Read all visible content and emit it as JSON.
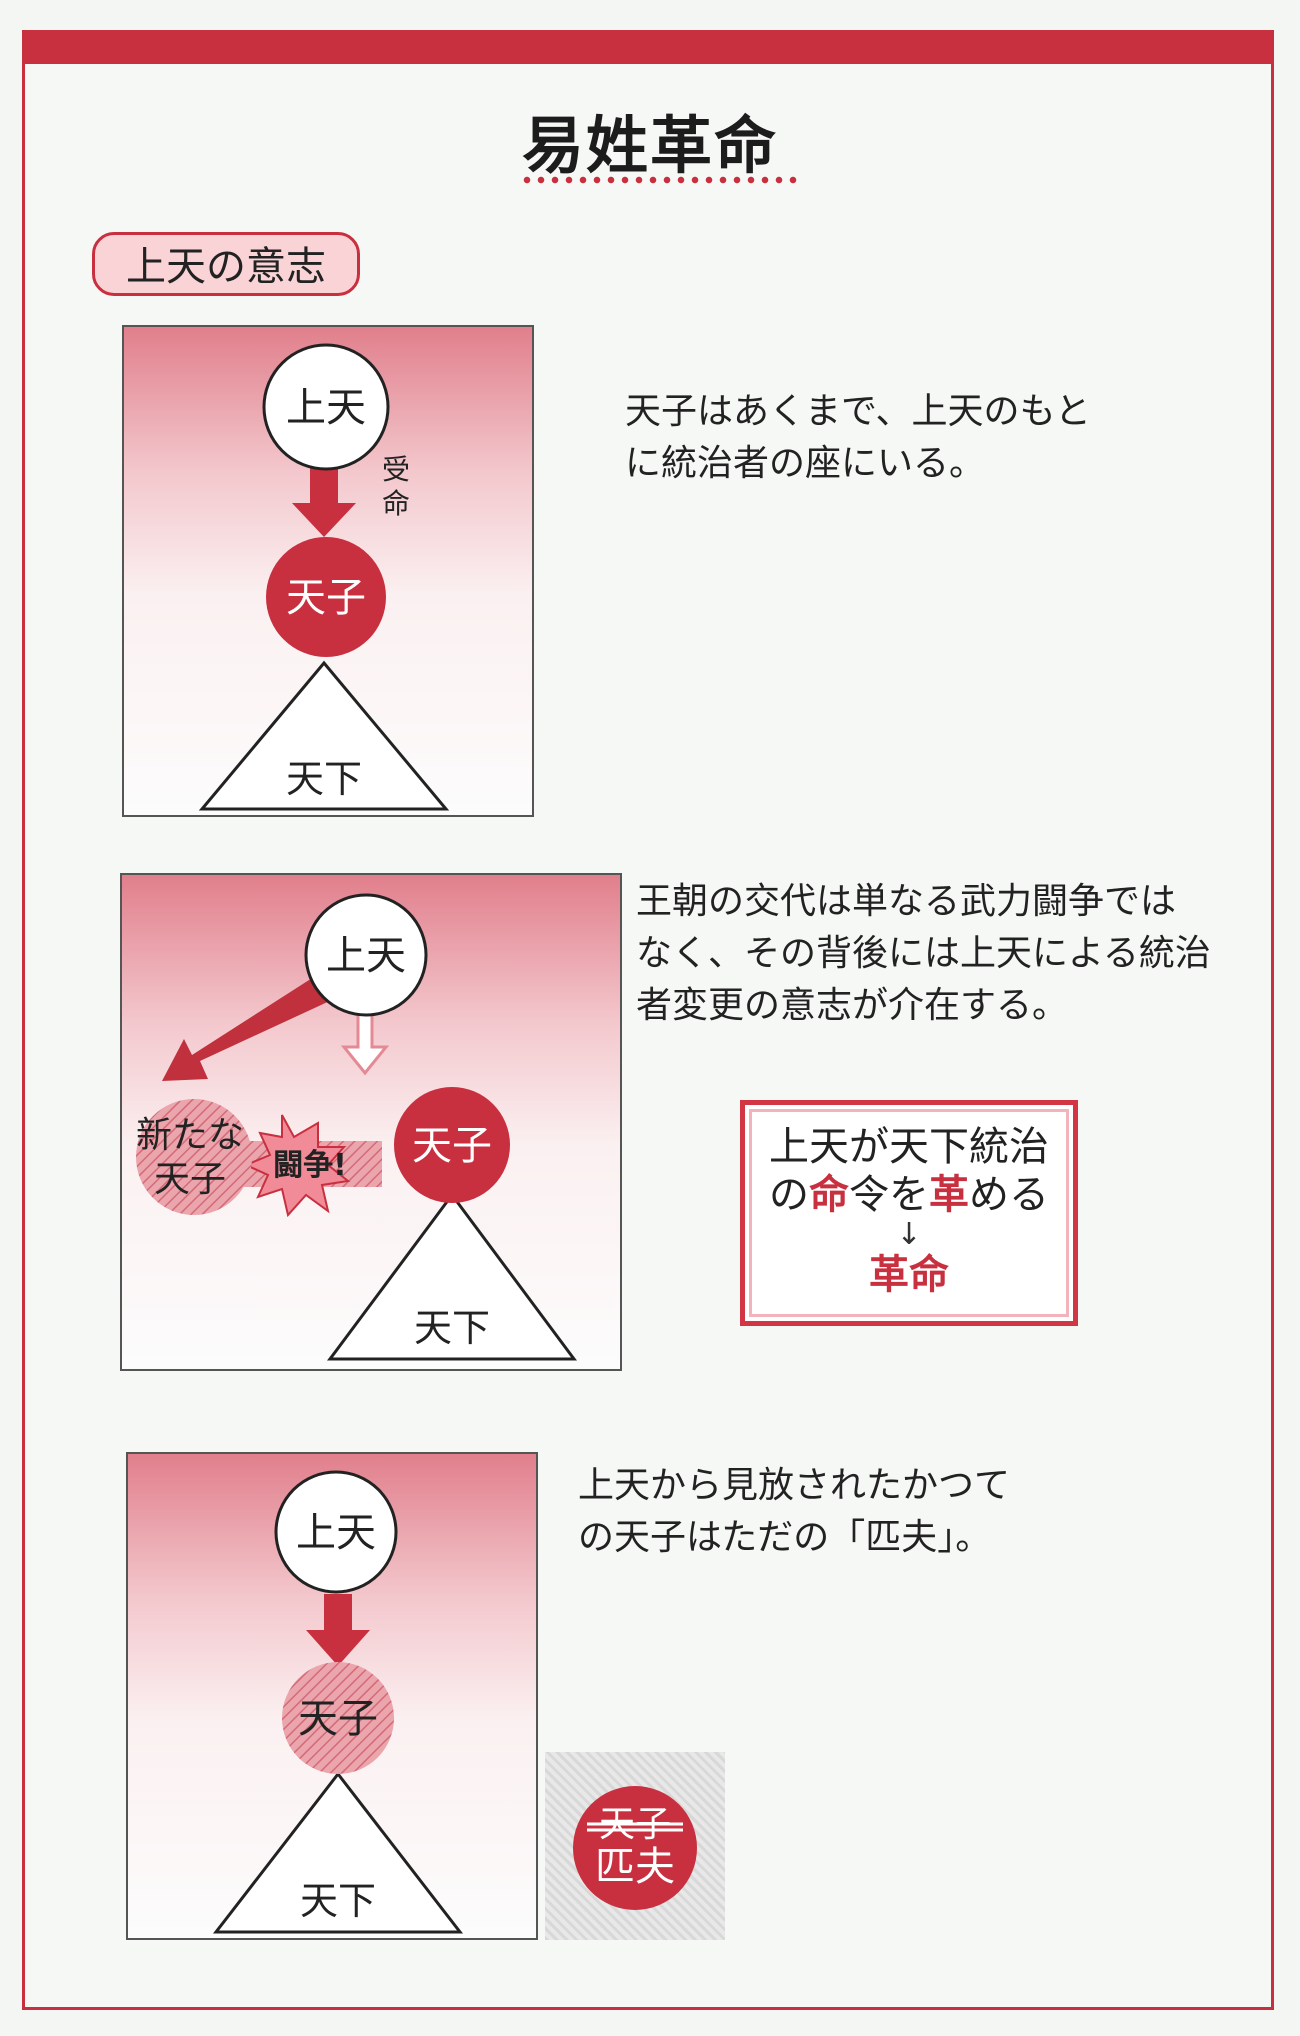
{
  "title": "易姓革命",
  "badge": "上天の意志",
  "colors": {
    "accent": "#c8303f",
    "accent_light": "#f9d3d6"
  },
  "panel1": {
    "heaven": "上天",
    "receive": [
      "受",
      "命"
    ],
    "son": "天子",
    "realm": "天下"
  },
  "desc1": "天子はあくまで、上天のもと\nに統治者の座にいる。",
  "panel2": {
    "heaven": "上天",
    "new_son": [
      "新たな",
      "天子"
    ],
    "struggle": "闘争!",
    "son": "天子",
    "realm": "天下"
  },
  "desc2": "王朝の交代は単なる武力闘争では\nなく、その背後には上天による統治\n者変更の意志が介在する。",
  "revolution": {
    "line1": "上天が天下統治",
    "line2_a": "の",
    "line2_b": "命",
    "line2_c": "令を",
    "line2_d": "革",
    "line2_e": "める",
    "arrow": "↓",
    "result": "革命"
  },
  "panel3": {
    "heaven": "上天",
    "son": "天子",
    "realm": "天下"
  },
  "desc3": "上天から見放されたかつて\nの天子はただの「匹夫」。",
  "pifu": {
    "old": "天子",
    "new": "匹夫"
  }
}
